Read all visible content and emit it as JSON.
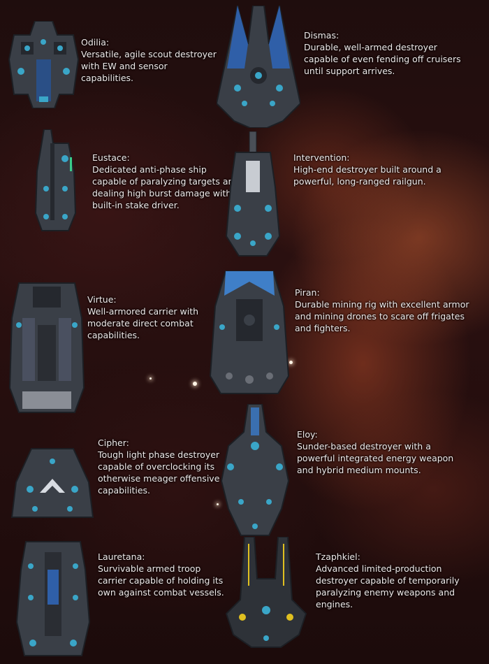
{
  "ships": [
    {
      "name": "Odilia:",
      "description": "Versatile, agile scout destroyer with EW and sensor capabilities.",
      "accent": "#3aa6c8"
    },
    {
      "name": "Dismas:",
      "description": "Durable, well-armed destroyer capable of even fending off cruisers until support arrives.",
      "accent": "#2f5fa8"
    },
    {
      "name": "Eustace:",
      "description": "Dedicated anti-phase ship capable of paralyzing targets and dealing high burst damage with a built-in stake driver.",
      "accent": "#3aa6c8"
    },
    {
      "name": "Intervention:",
      "description": "High-end destroyer built around a powerful, long-ranged railgun.",
      "accent": "#3aa6c8"
    },
    {
      "name": "Virtue:",
      "description": "Well-armored carrier with moderate direct combat capabilities.",
      "accent": "#3aa6c8"
    },
    {
      "name": "Piran:",
      "description": "Durable mining rig with excellent armor and mining drones to scare off frigates and fighters.",
      "accent": "#3f7fc8"
    },
    {
      "name": "Cipher:",
      "description": "Tough light phase destroyer capable of overclocking its otherwise meager offensive capabilities.",
      "accent": "#3aa6c8"
    },
    {
      "name": "Eloy:",
      "description": "Sunder-based destroyer with a powerful integrated energy weapon and hybrid medium mounts.",
      "accent": "#3aa6c8"
    },
    {
      "name": "Lauretana:",
      "description": "Survivable armed troop carrier capable of holding its own against combat vessels.",
      "accent": "#3aa6c8"
    },
    {
      "name": "Tzaphkiel:",
      "description": "Advanced limited-production destroyer capable of temporarily paralyzing enemy weapons and engines.",
      "accent": "#e0c020"
    }
  ]
}
